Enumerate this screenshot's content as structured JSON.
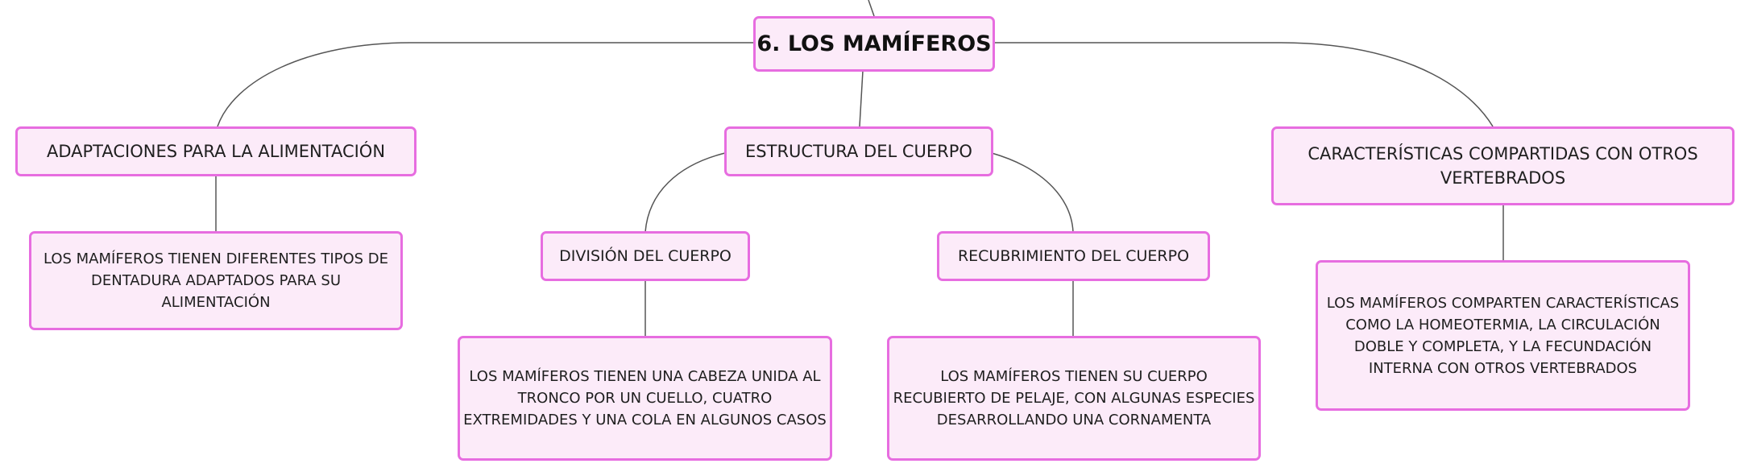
{
  "colors": {
    "node_fill": "#fcebf9",
    "node_border": "#e76de0",
    "connector": "#555555"
  },
  "root": {
    "label": "6. LOS MAMÍFEROS"
  },
  "branches": {
    "alimentacion": {
      "label": "ADAPTACIONES PARA LA ALIMENTACIÓN",
      "description": "LOS MAMÍFEROS TIENEN DIFERENTES TIPOS DE DENTADURA ADAPTADOS PARA SU ALIMENTACIÓN"
    },
    "estructura": {
      "label": "ESTRUCTURA DEL CUERPO",
      "division": {
        "label": "DIVISIÓN DEL CUERPO",
        "description": "LOS MAMÍFEROS TIENEN UNA CABEZA UNIDA AL TRONCO POR UN CUELLO, CUATRO EXTREMIDADES Y UNA COLA EN ALGUNOS CASOS"
      },
      "recubrimiento": {
        "label": "RECUBRIMIENTO DEL CUERPO",
        "description": "LOS MAMÍFEROS TIENEN SU CUERPO RECUBIERTO DE PELAJE, CON ALGUNAS ESPECIES DESARROLLANDO UNA CORNAMENTA"
      }
    },
    "compartidas": {
      "label": "CARACTERÍSTICAS COMPARTIDAS CON OTROS VERTEBRADOS",
      "description": "LOS MAMÍFEROS COMPARTEN CARACTERÍSTICAS COMO LA HOMEOTERMIA, LA CIRCULACIÓN DOBLE Y COMPLETA, Y LA FECUNDACIÓN INTERNA CON OTROS VERTEBRADOS"
    }
  }
}
